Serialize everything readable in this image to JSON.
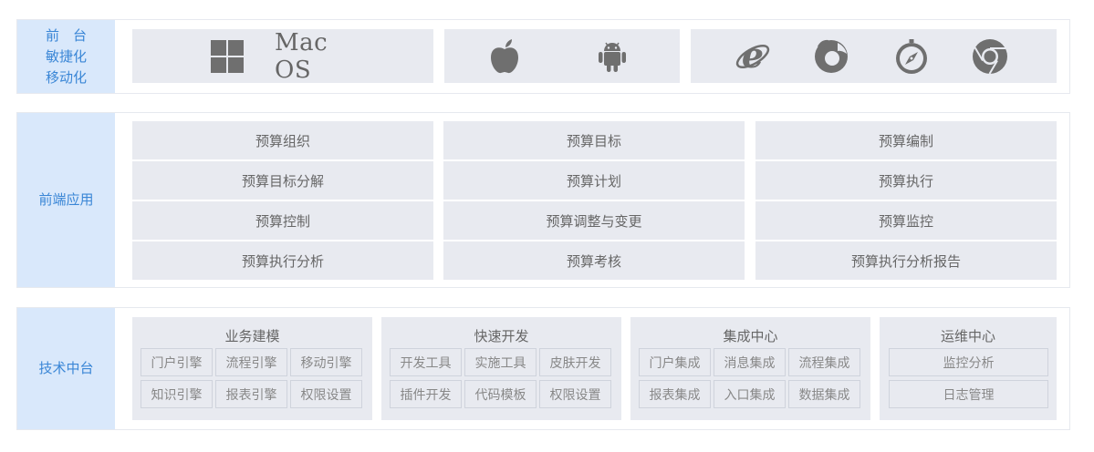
{
  "frontend": {
    "label_lines": [
      "前　台",
      "敏捷化",
      "移动化"
    ],
    "mac_label": "Mac OS",
    "icons": [
      "windows-icon",
      "apple-icon",
      "android-icon",
      "ie-icon",
      "firefox-icon",
      "safari-icon",
      "chrome-icon"
    ],
    "icon_color": "#6f6f6f"
  },
  "apps": {
    "label": "前端应用",
    "columns": [
      [
        "预算组织",
        "预算目标分解",
        "预算控制",
        "预算执行分析"
      ],
      [
        "预算目标",
        "预算计划",
        "预算调整与变更",
        "预算考核"
      ],
      [
        "预算编制",
        "预算执行",
        "预算监控",
        "预算执行分析报告"
      ]
    ]
  },
  "tech": {
    "label": "技术中台",
    "groups": [
      {
        "title": "业务建模",
        "items": [
          "门户引擎",
          "流程引擎",
          "移动引擎",
          "知识引擎",
          "报表引擎",
          "权限设置"
        ]
      },
      {
        "title": "快速开发",
        "items": [
          "开发工具",
          "实施工具",
          "皮肤开发",
          "插件开发",
          "代码模板",
          "权限设置"
        ]
      },
      {
        "title": "集成中心",
        "items": [
          "门户集成",
          "消息集成",
          "流程集成",
          "报表集成",
          "入口集成",
          "数据集成"
        ]
      },
      {
        "title": "运维中心",
        "items": [
          "监控分析",
          "日志管理"
        ]
      }
    ]
  },
  "colors": {
    "label_bg": "#d9e8fb",
    "label_text": "#3a86d6",
    "cell_bg": "#e8eaf0"
  }
}
